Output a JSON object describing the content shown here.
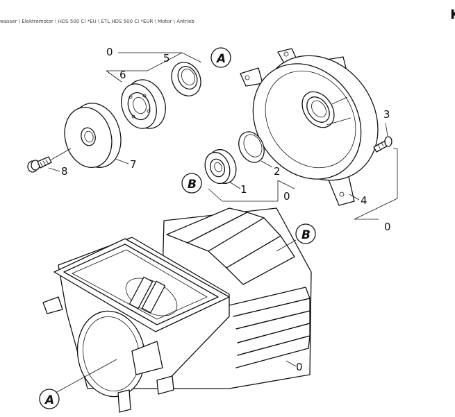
{
  "breadcrumb": "wasser \\ Elektromotor \\ HDS 500 CI *EU \\ ETL HDS 500 CI *EUR \\ Motor \\ Antrieb",
  "logo": {
    "letter": "K",
    "accent_color": "#ffe600"
  },
  "diagram": {
    "part_labels": {
      "group_top": "0",
      "seal": "5",
      "bearing_top": "6",
      "cover": "7",
      "screw": "8",
      "screw_right": "3",
      "bearing_small": "1",
      "ring": "2",
      "group_mid": "0",
      "shield_foot": "4",
      "group_right": "0",
      "housing_group": "0"
    },
    "callouts": {
      "a_top": "A",
      "b_left": "B",
      "b_right": "B",
      "a_bottom": "A"
    }
  }
}
